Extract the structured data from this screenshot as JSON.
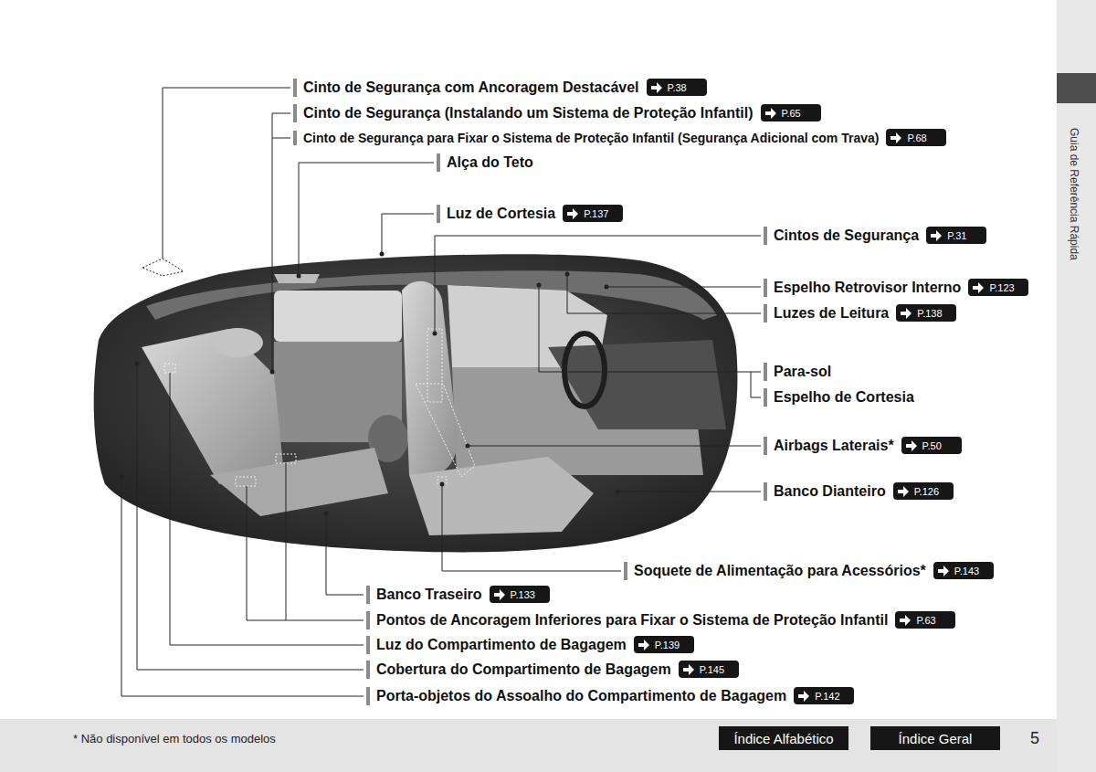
{
  "diagram": {
    "nodes": [
      {
        "text": [
          "P.38"
        ]
      },
      {
        "text": [
          "P.65"
        ]
      },
      {
        "text": [
          "P.68"
        ]
      },
      {
        "text": [
          "P.137"
        ]
      },
      {
        "text": [
          "P.31"
        ]
      },
      {
        "text": [
          "P.123"
        ]
      },
      {
        "text": [
          "P.138"
        ]
      },
      {
        "text": [
          "P.50"
        ]
      },
      {
        "text": [
          "P.126"
        ]
      },
      {
        "text": [
          "P.143"
        ]
      },
      {
        "text": [
          "P.133"
        ]
      },
      {
        "text": [
          "P.63"
        ]
      },
      {
        "text": [
          "P.139"
        ]
      },
      {
        "text": [
          "P.145"
        ]
      },
      {
        "text": [
          "P.142"
        ]
      },
      {
        "text": [
          "Índice Alfabético"
        ]
      },
      {
        "text": [
          "Índice Geral"
        ]
      }
    ],
    "labels": [
      "Cinto de Segurança com Ancoragem Destacável",
      "Cinto de Segurança (Instalando um Sistema de Proteção Infantil)",
      "Cinto de Segurança para Fixar o Sistema de Proteção Infantil (Segurança Adicional com Trava)",
      "Alça do Teto",
      "Luz de Cortesia",
      "Cintos de Segurança",
      "Espelho Retrovisor Interno",
      "Luzes de Leitura",
      "Para-sol",
      "Espelho de Cortesia",
      "Airbags Laterais*",
      "Banco Dianteiro",
      "Soquete de Alimentação para Acessórios*",
      "Banco Traseiro",
      "Pontos de Ancoragem Inferiores para Fixar o Sistema de Proteção Infantil",
      "Luz do Compartimento de Bagagem",
      "Cobertura do Compartimento de Bagagem",
      "Porta-objetos do Assoalho do Compartimento de Bagagem",
      "Guia de Referência Rápida",
      "* Não disponível em todos os modelos",
      "5"
    ]
  }
}
